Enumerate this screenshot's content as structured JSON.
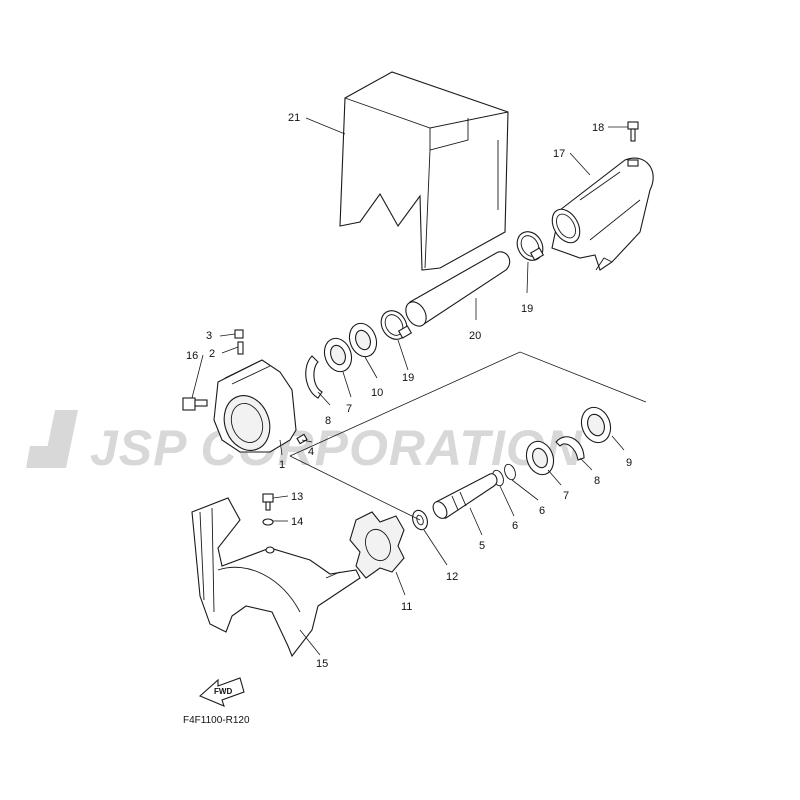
{
  "watermark": "JSP CORPORATION",
  "figure_code": "F4F1100-R120",
  "fwd_label": "FWD",
  "callouts": {
    "c1": "1",
    "c2": "2",
    "c3": "3",
    "c4": "4",
    "c5": "5",
    "c6": "6",
    "c7": "7",
    "c8": "8",
    "c9": "9",
    "c10": "10",
    "c11": "11",
    "c12": "12",
    "c13": "13",
    "c14": "14",
    "c15": "15",
    "c16": "16",
    "c17": "17",
    "c18": "18",
    "c19": "19",
    "c20": "20",
    "c21": "21",
    "c6b": "6",
    "c7b": "7",
    "c8b": "8",
    "c19b": "19"
  }
}
